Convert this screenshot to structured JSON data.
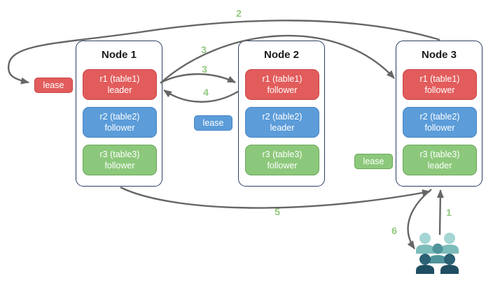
{
  "colors": {
    "canvas_bg": "#ffffff",
    "node_border": "#2b3f63",
    "text_dark": "#1c1c1c",
    "red_fill": "#e25c5c",
    "red_border": "#c94444",
    "blue_fill": "#5b9cd9",
    "blue_border": "#4a86c4",
    "green_fill": "#8cc87b",
    "green_border": "#68a757",
    "arrow": "#666666",
    "step_green": "#8fc97d",
    "teal_light_head": "#a3d6d4",
    "teal_light_body": "#7cbcba",
    "teal_mid": "#4f949b",
    "teal_dark_head": "#2b6174",
    "teal_dark_body": "#1f4e62"
  },
  "nodes": [
    {
      "title": "Node 1",
      "replicas": [
        {
          "label": "r1 (table1)",
          "role": "leader",
          "color": "red"
        },
        {
          "label": "r2 (table2)",
          "role": "follower",
          "color": "blue"
        },
        {
          "label": "r3 (table3)",
          "role": "follower",
          "color": "green"
        }
      ]
    },
    {
      "title": "Node 2",
      "replicas": [
        {
          "label": "r1 (table1)",
          "role": "follower",
          "color": "red"
        },
        {
          "label": "r2 (table2)",
          "role": "leader",
          "color": "blue"
        },
        {
          "label": "r3 (table3)",
          "role": "follower",
          "color": "green"
        }
      ]
    },
    {
      "title": "Node 3",
      "replicas": [
        {
          "label": "r1 (table1)",
          "role": "follower",
          "color": "red"
        },
        {
          "label": "r2 (table2)",
          "role": "follower",
          "color": "blue"
        },
        {
          "label": "r3 (table3)",
          "role": "leader",
          "color": "green"
        }
      ]
    }
  ],
  "leases": [
    {
      "label": "lease",
      "color": "red"
    },
    {
      "label": "lease",
      "color": "blue"
    },
    {
      "label": "lease",
      "color": "green"
    }
  ],
  "steps": [
    {
      "label": "2"
    },
    {
      "label": "3"
    },
    {
      "label": "3"
    },
    {
      "label": "4"
    },
    {
      "label": "5"
    },
    {
      "label": "1"
    },
    {
      "label": "6"
    }
  ]
}
